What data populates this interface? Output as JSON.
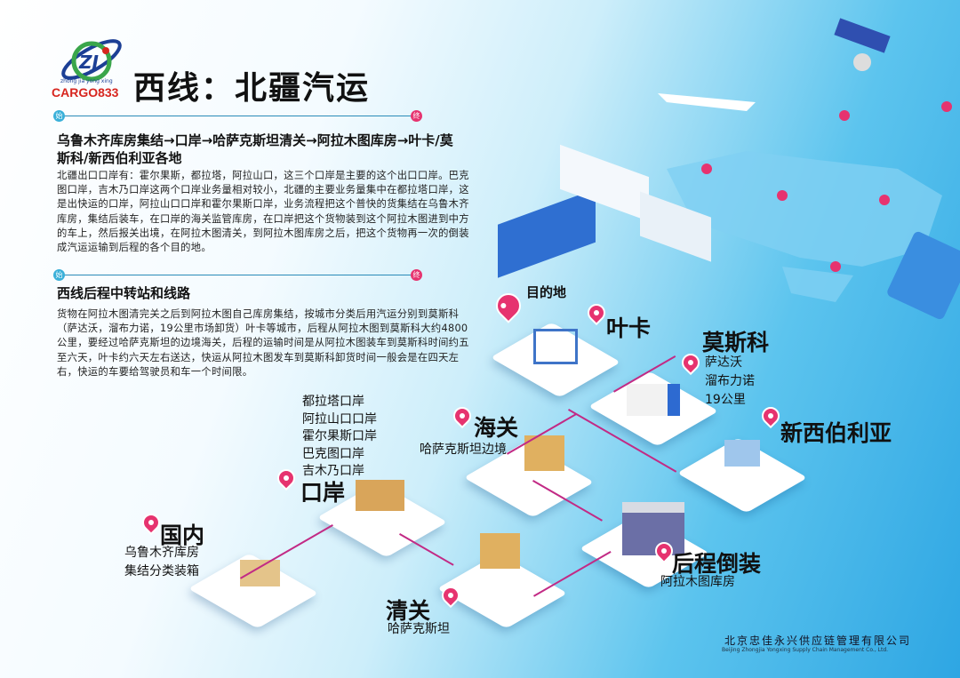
{
  "header": {
    "logo_small": "zhong jia yong xing",
    "logo_text": "CARGO833",
    "title": "西线：北疆汽运"
  },
  "divider": {
    "start": "始",
    "end": "终"
  },
  "section1": {
    "heading": "乌鲁木齐库房集结→口岸→哈萨克斯坦清关→阿拉木图库房→叶卡/莫斯科/新西伯利亚各地",
    "body": "北疆出口口岸有：霍尔果斯，都拉塔，阿拉山口，这三个口岸是主要的这个出口口岸。巴克图口岸，吉木乃口岸这两个口岸业务量相对较小，北疆的主要业务量集中在都拉塔口岸，这是出快运的口岸，阿拉山口口岸和霍尔果斯口岸，业务流程把这个普快的货集结在乌鲁木齐库房，集结后装车，在口岸的海关监管库房，在口岸把这个货物装到这个阿拉木图进到中方的车上，然后报关出境，在阿拉木图清关，到阿拉木图库房之后，把这个货物再一次的倒装成汽运运输到后程的各个目的地。"
  },
  "section2": {
    "heading": "西线后程中转站和线路",
    "body": "货物在阿拉木图清完关之后到阿拉木图自己库房集结，按城市分类后用汽运分别到莫斯科（萨达沃，溜布力诺，19公里市场卸货）叶卡等城市，后程从阿拉木图到莫斯科大约4800公里，要经过哈萨克斯坦的边境海关，后程的运输时间是从阿拉木图装车到莫斯科时间约五至六天，叶卡约六天左右送达，快运从阿拉木图发车到莫斯科卸货时间一般会是在四天左右，快运的车要给驾驶员和车一个时间限。"
  },
  "diagram": {
    "destination": "目的地",
    "yeka": "叶卡",
    "moscow": {
      "title": "莫斯科",
      "subs": [
        "萨达沃",
        "溜布力诺",
        "19公里"
      ]
    },
    "novosibirsk": "新西伯利亚",
    "customs": {
      "title": "海关",
      "sub": "哈萨克斯坦边境"
    },
    "ports_list": [
      "都拉塔口岸",
      "阿拉山口口岸",
      "霍尔果斯口岸",
      "巴克图口岸",
      "吉木乃口岸"
    ],
    "port": "口岸",
    "domestic": {
      "title": "国内",
      "subs": [
        "乌鲁木齐库房",
        "集结分类装箱"
      ]
    },
    "transship": {
      "title": "后程倒装",
      "sub": "阿拉木图库房"
    },
    "clearance": {
      "title": "清关",
      "sub": "哈萨克斯坦"
    }
  },
  "footer": {
    "company": "北京忠佳永兴供应链管理有限公司",
    "company_en": "Beijing Zhongjia Yongxing Supply Chain Management Co., Ltd."
  },
  "colors": {
    "accent": "#e6336f",
    "route": "#c22a85",
    "line": "#2a8bb8"
  }
}
